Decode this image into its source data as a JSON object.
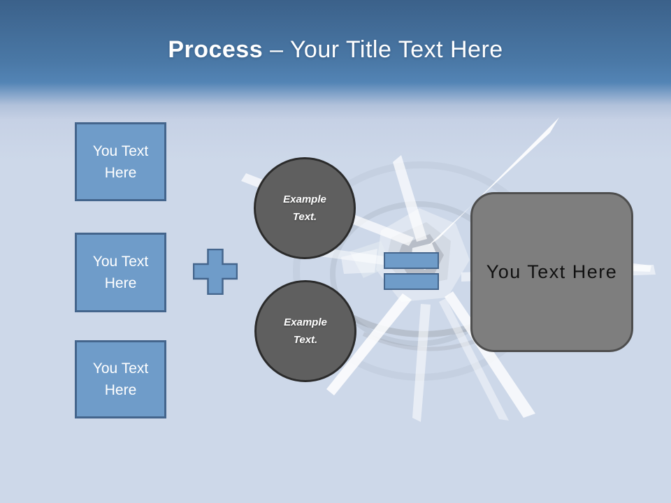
{
  "title": {
    "bold": "Process",
    "dash": "–",
    "rest": "Your Title Text Here"
  },
  "left_column": {
    "boxes": [
      {
        "label": "You Text Here"
      },
      {
        "label": "You Text Here"
      },
      {
        "label": "You Text Here"
      }
    ]
  },
  "circle_group": {
    "circles": [
      {
        "label": "Example Text."
      },
      {
        "label": "Example Text."
      }
    ]
  },
  "operators": {
    "plus_icon": "plus",
    "equals_icon": "equals"
  },
  "result_box": {
    "label": "You Text Here"
  },
  "colors": {
    "header-top": "#3b618a",
    "header-mid": "#5384b5",
    "body-bg": "#cdd8e9",
    "shape-blue": "#6f9cc9",
    "shape-blue-border": "#44658c",
    "circle-fill": "#5f5f5f",
    "circle-border": "#2b2b2b",
    "result-fill": "#7e7e7e",
    "result-border": "#4e4e4e",
    "title-color": "#ffffff"
  }
}
